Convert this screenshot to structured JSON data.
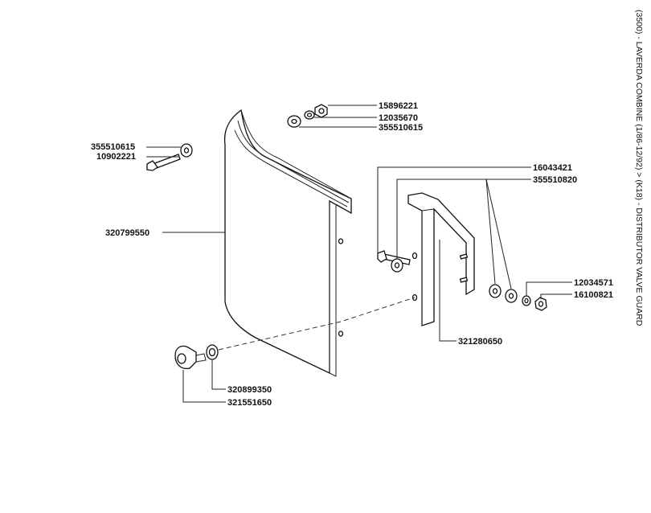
{
  "title": "(3500) - LAVERDA COMBINE (1/86-12/92) > (K18) - DISTRIBUTOR VALVE GUARD",
  "colors": {
    "ink": "#111111",
    "background": "#ffffff"
  },
  "parts": [
    {
      "id": "p1",
      "number": "15896221"
    },
    {
      "id": "p2",
      "number": "12035670"
    },
    {
      "id": "p3",
      "number": "355510615"
    },
    {
      "id": "p4",
      "number": "355510615"
    },
    {
      "id": "p5",
      "number": "10902221"
    },
    {
      "id": "p6",
      "number": "320799550"
    },
    {
      "id": "p7",
      "number": "16043421"
    },
    {
      "id": "p8",
      "number": "355510820"
    },
    {
      "id": "p9",
      "number": "12034571"
    },
    {
      "id": "p10",
      "number": "16100821"
    },
    {
      "id": "p11",
      "number": "321280650"
    },
    {
      "id": "p12",
      "number": "320899350"
    },
    {
      "id": "p13",
      "number": "321551650"
    }
  ]
}
